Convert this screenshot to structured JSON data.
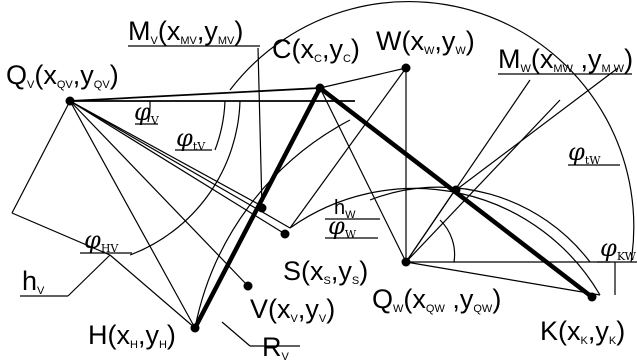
{
  "labels": {
    "Mv": {
      "main": "M",
      "s1": "V",
      "mid1": "(x",
      "s2": "MV",
      "mid2": ",y",
      "s3": "MV",
      "end": ")"
    },
    "C": {
      "main": "C(x",
      "s1": "C",
      "mid1": ",y",
      "s2": "C",
      "end": ")"
    },
    "W": {
      "main": "W(x",
      "s1": "W",
      "mid1": ",y",
      "s2": "W",
      "end": ")"
    },
    "Mw": {
      "main": "M",
      "s1": "W",
      "mid1": "(x",
      "s2": "MW",
      "mid2": " ,y",
      "s3": "M W",
      "end": ")"
    },
    "Qv": {
      "main": "Q",
      "s1": "V",
      "mid1": "(x",
      "s2": "QV",
      "mid2": ",y",
      "s3": "QV",
      "end": ")"
    },
    "phiV": {
      "g": "φ",
      "s": "V"
    },
    "phitV": {
      "g": "φ",
      "s": "tV"
    },
    "phitW": {
      "g": "φ",
      "s": "tW"
    },
    "hW": {
      "main": "h",
      "s": "W"
    },
    "phiW": {
      "g": "φ",
      "s": "W"
    },
    "phiHV": {
      "g": "φ",
      "s": "HV"
    },
    "phiKW": {
      "g": "φ",
      "s": "KW"
    },
    "S": {
      "main": "S(x",
      "s1": "S",
      "mid1": ",y",
      "s2": "S",
      "end": ")"
    },
    "hV": {
      "main": "h",
      "s": "V"
    },
    "V": {
      "main": "V(x",
      "s1": "V",
      "mid1": ",y",
      "s2": "V",
      "end": ")"
    },
    "Qw": {
      "main": "Q",
      "s1": "W",
      "mid1": "(x",
      "s2": "QW",
      "mid2": " ,y",
      "s3": "QW",
      "end": ")"
    },
    "K": {
      "main": "K(x",
      "s1": "K",
      "mid1": ",y",
      "s2": "K",
      "end": ")"
    },
    "H": {
      "main": "H(x",
      "s1": "H",
      "mid1": ",y",
      "s2": "H",
      "end": ")"
    },
    "Rv": {
      "main": "R",
      "s": "V"
    }
  }
}
